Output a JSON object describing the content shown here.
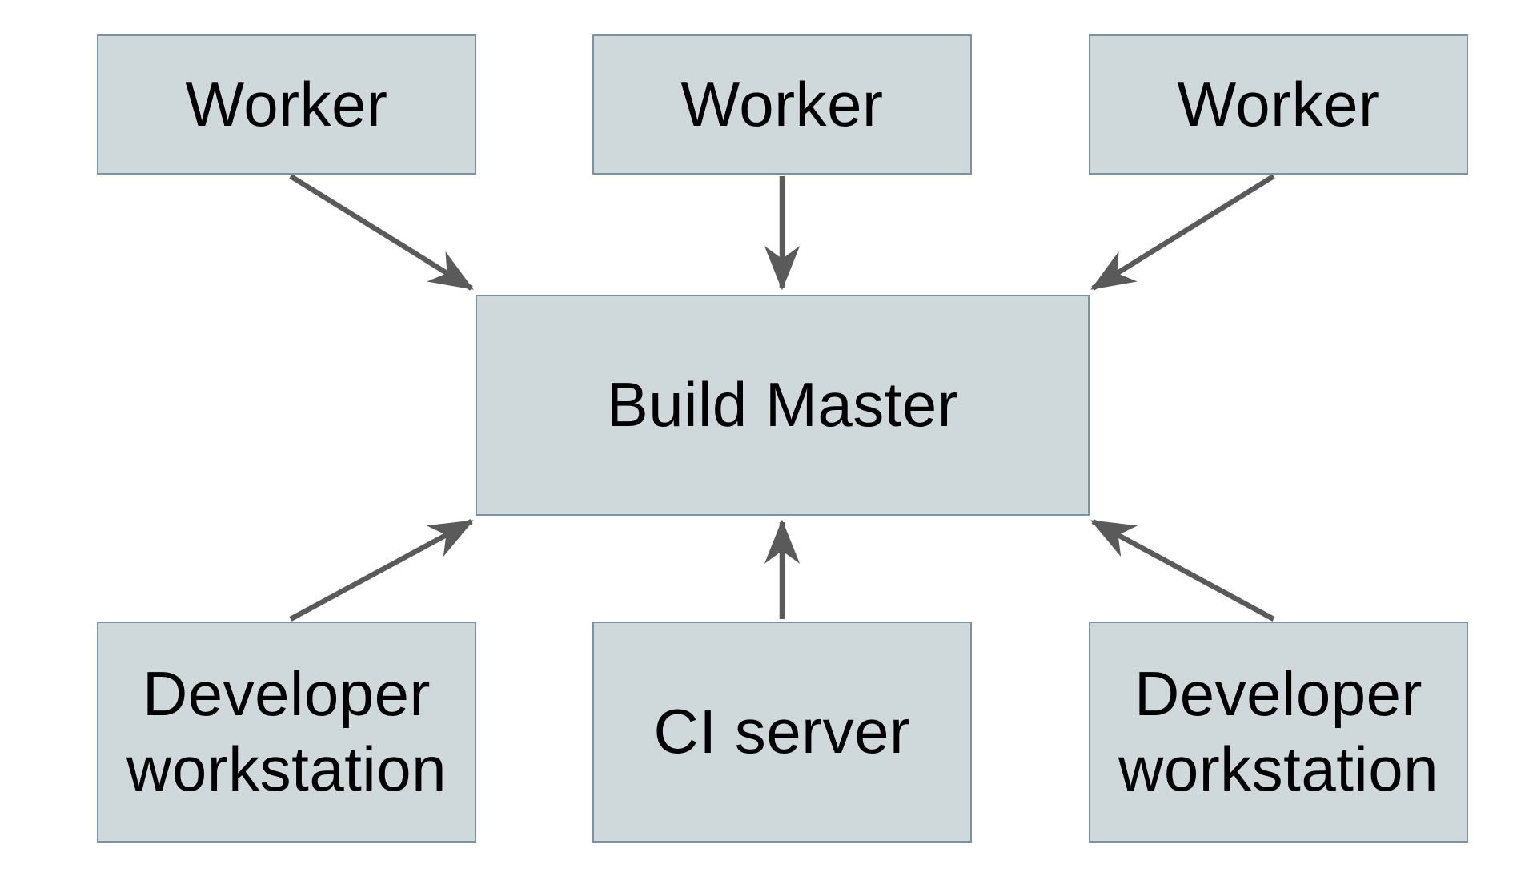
{
  "diagram": {
    "background_color": "#ffffff",
    "node_fill_color": "#cfd8da",
    "node_border_color": "#7b93a0",
    "arrow_color": "#5a5a5a",
    "text_color": "#000000",
    "nodes": {
      "worker_top_left": {
        "label": "Worker"
      },
      "worker_top_center": {
        "label": "Worker"
      },
      "worker_top_right": {
        "label": "Worker"
      },
      "build_master": {
        "label": "Build Master"
      },
      "developer_workstation_left": {
        "label": "Developer workstation"
      },
      "ci_server": {
        "label": "CI server"
      },
      "developer_workstation_right": {
        "label": "Developer workstation"
      }
    },
    "edges": [
      {
        "from": "worker_top_left",
        "to": "build_master"
      },
      {
        "from": "worker_top_center",
        "to": "build_master"
      },
      {
        "from": "worker_top_right",
        "to": "build_master"
      },
      {
        "from": "developer_workstation_left",
        "to": "build_master"
      },
      {
        "from": "ci_server",
        "to": "build_master"
      },
      {
        "from": "developer_workstation_right",
        "to": "build_master"
      }
    ]
  }
}
